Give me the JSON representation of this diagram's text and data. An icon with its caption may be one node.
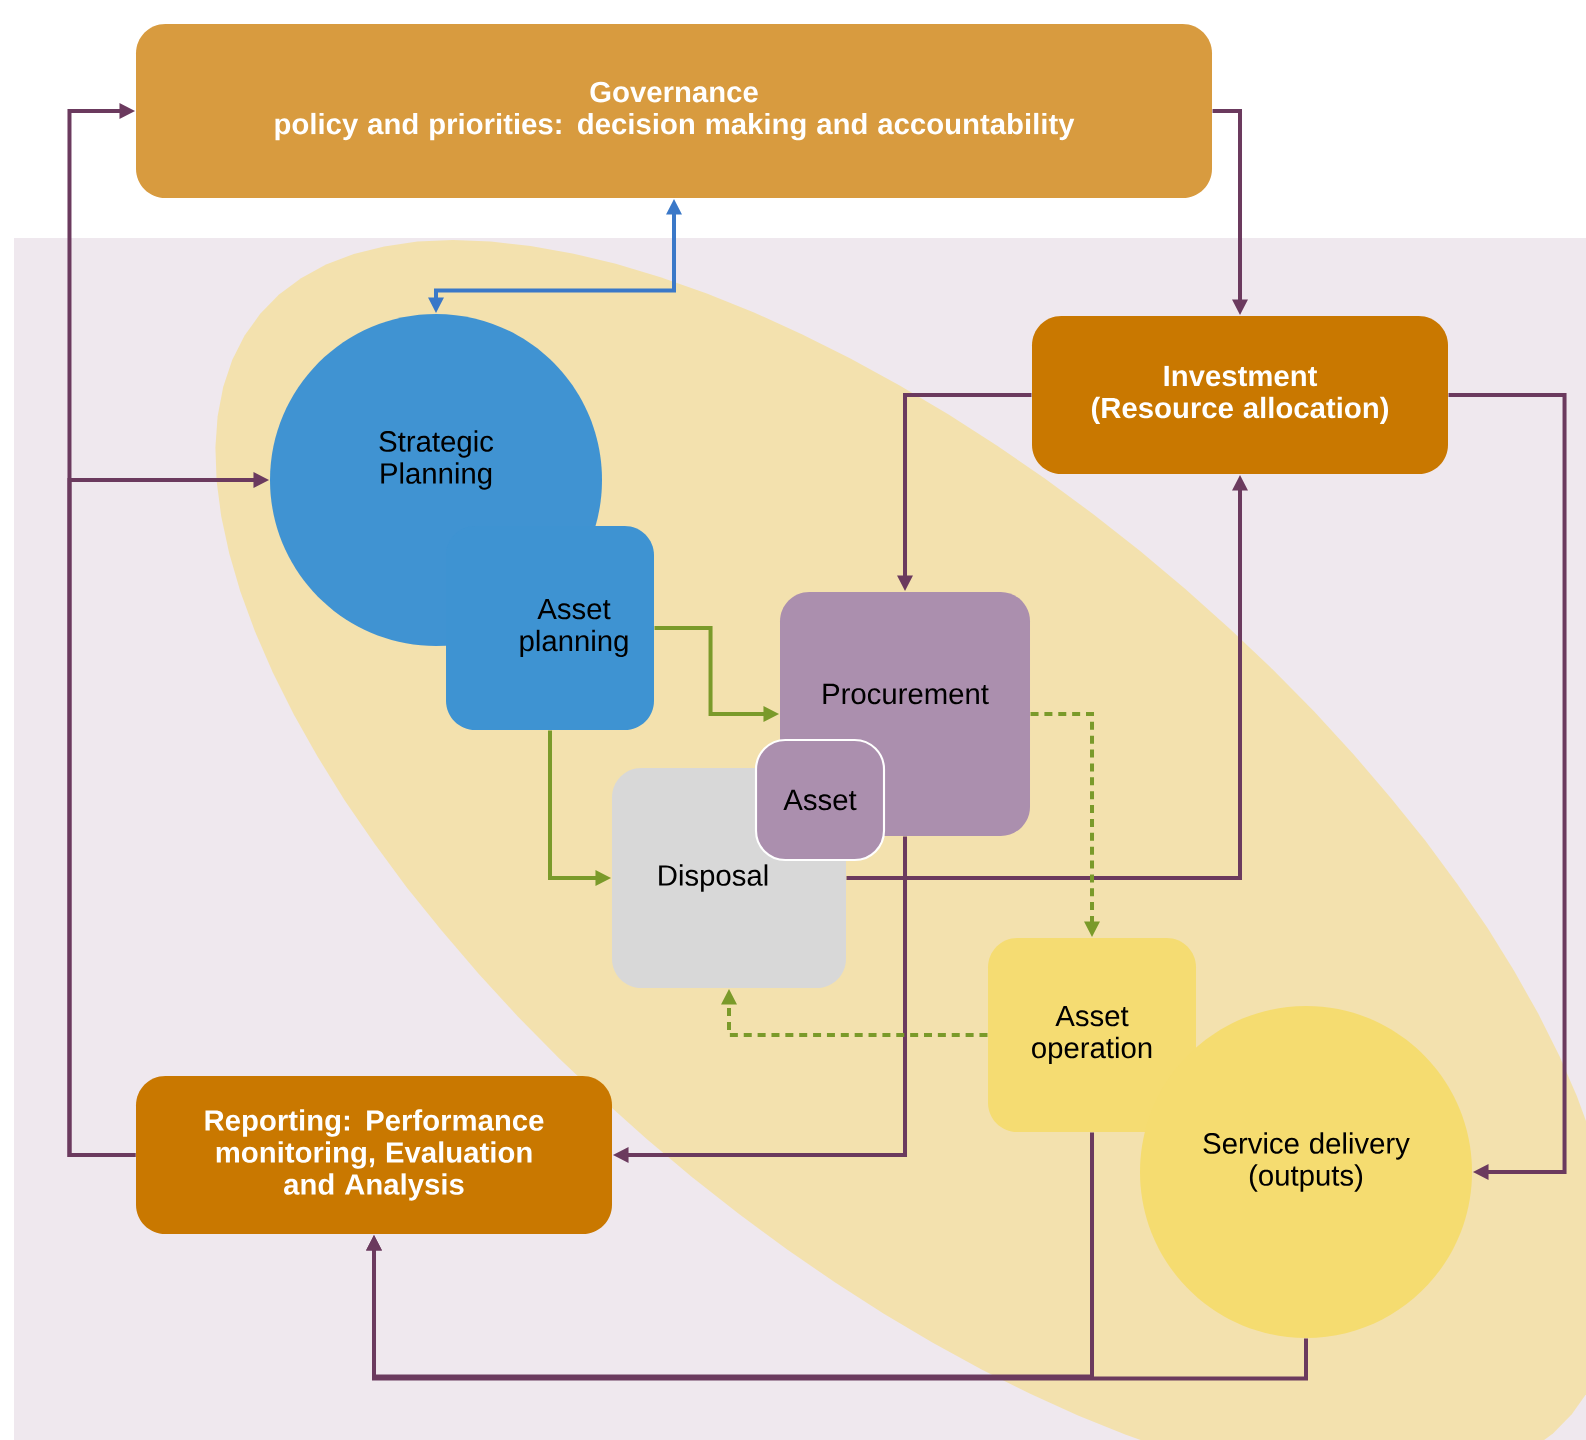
{
  "diagram": {
    "nodes": [
      {
        "text": [
          "Governance",
          "policy and priorities: decision making and accountability"
        ]
      },
      {
        "text": [
          "Investment (Resource allocation)"
        ]
      },
      {
        "text": [
          "Strategic Planning"
        ]
      },
      {
        "text": [
          "Asset planning"
        ]
      },
      {
        "text": [
          "Procurement"
        ]
      },
      {
        "text": [
          "Asset"
        ]
      },
      {
        "text": [
          "Disposal"
        ]
      },
      {
        "text": [
          "Asset operation"
        ]
      },
      {
        "text": [
          "Service delivery (outputs)"
        ]
      },
      {
        "text": [
          "Reporting: Performance monitoring, Evaluation and Analysis"
        ]
      }
    ],
    "edges": [
      {
        "from": 9,
        "to": 0,
        "arrow": "to"
      },
      {
        "from": 9,
        "to": 2,
        "arrow": "to"
      },
      {
        "from": 0,
        "to": 1,
        "arrow": "to"
      },
      {
        "from": 0,
        "to": 2,
        "arrow": "both",
        "color": "#3a78c8"
      },
      {
        "from": 1,
        "to": 4,
        "arrow": "to"
      },
      {
        "from": 1,
        "to": 8,
        "arrow": "to"
      },
      {
        "from": 6,
        "to": 1,
        "arrow": "to"
      },
      {
        "from": 4,
        "to": 9,
        "arrow": "to"
      },
      {
        "from": 3,
        "to": 4,
        "arrow": "to",
        "color": "#7a9a2a"
      },
      {
        "from": 3,
        "to": 6,
        "arrow": "to",
        "color": "#7a9a2a"
      },
      {
        "from": 4,
        "to": 7,
        "arrow": "to",
        "style": "dashed",
        "color": "#7a9a2a"
      },
      {
        "from": 7,
        "to": 6,
        "arrow": "to",
        "style": "dashed",
        "color": "#7a9a2a"
      },
      {
        "from": 7,
        "to": 9,
        "arrow": "to"
      },
      {
        "from": 8,
        "to": 9,
        "arrow": "to"
      }
    ]
  }
}
